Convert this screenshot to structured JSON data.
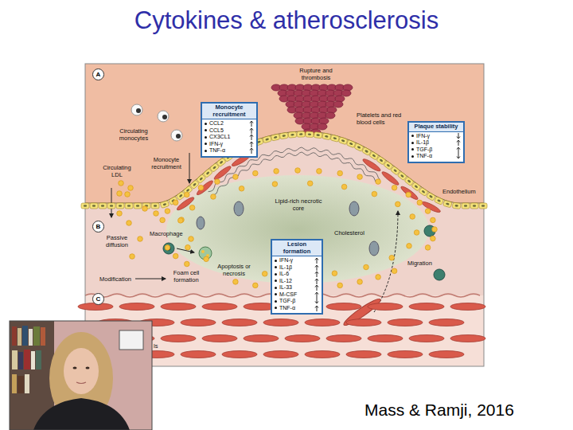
{
  "diagram": {
    "title": "Cytokines & atherosclerosis",
    "caption": "Mass & Ramji, 2016",
    "nodes": [
      {
        "text": [
          "A"
        ]
      },
      {
        "text": [
          "Monocyte recruitment",
          "CCL2",
          "CCL5",
          "CX3CL1",
          "IFN-γ",
          "TNF-α"
        ]
      },
      {
        "text": [
          "Plaque stability",
          "IFN-γ",
          "IL-1β",
          "TGF-β",
          "TNF-α"
        ]
      },
      {
        "text": [
          "B"
        ]
      },
      {
        "text": [
          "Lesion formation",
          "IFN-γ",
          "IL-1β",
          "IL-6",
          "IL-12",
          "IL-33",
          "M-CSF",
          "TGF-β",
          "TNF-α"
        ]
      },
      {
        "text": [
          "C"
        ]
      }
    ],
    "labels": [
      "Rupture and thrombosis",
      "Platelets and red blood cells",
      "Circulating monocytes",
      "Monocyte recruitment",
      "Circulating LDL",
      "Endothelium",
      "Passive diffusion",
      "Macrophage",
      "Lipid-rich necrotic core",
      "Cholesterol",
      "Foam cell formation",
      "Modification",
      "Apoptosis or necrosis",
      "Migration",
      "ls"
    ]
  }
}
